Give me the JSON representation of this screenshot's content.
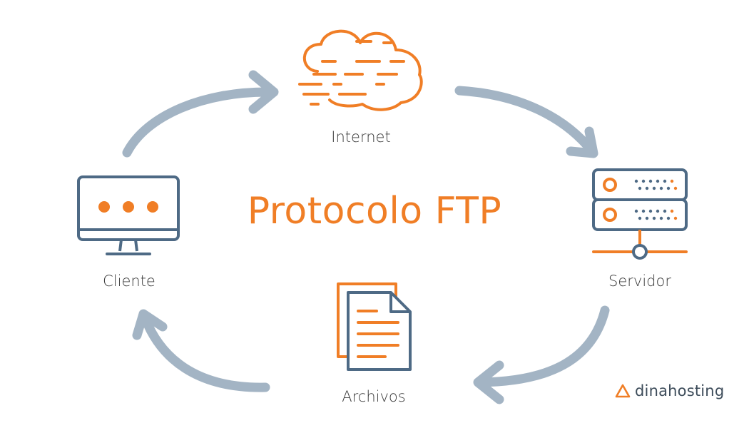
{
  "title": "Protocolo FTP",
  "nodes": {
    "internet": {
      "label": "Internet",
      "icon": "cloud-icon"
    },
    "servidor": {
      "label": "Servidor",
      "icon": "server-icon"
    },
    "archivos": {
      "label": "Archivos",
      "icon": "documents-icon"
    },
    "cliente": {
      "label": "Cliente",
      "icon": "monitor-icon"
    }
  },
  "brand": {
    "name": "dinahosting",
    "icon": "triangle-logo-icon"
  },
  "colors": {
    "accent": "#f07e26",
    "icon_stroke": "#4e6a85",
    "arrow": "#a3b4c4",
    "text": "#3a3a3a"
  }
}
